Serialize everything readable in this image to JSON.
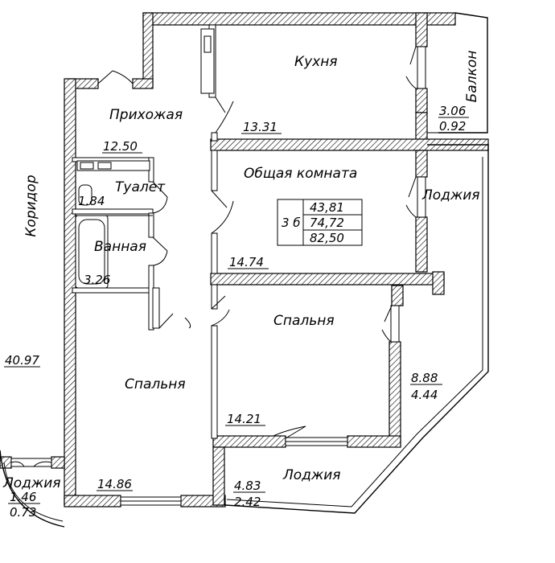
{
  "rooms": {
    "kitchen": "Кухня",
    "balcony": "Балкон",
    "hall": "Прихожая",
    "living": "Общая комната",
    "toilet": "Туалет",
    "loggia_top": "Лоджия",
    "bath": "Ванная",
    "corridor": "Коридор",
    "bedroom_right": "Спальня",
    "bedroom_left": "Спальня",
    "loggia_bottom": "Лоджия",
    "loggia_left": "Лоджия"
  },
  "areas": {
    "kitchen": "13.31",
    "balcony_a": "3.06",
    "balcony_b": "0.92",
    "hall": "12.50",
    "toilet": "1.84",
    "living": "14.74",
    "bath": "3.26",
    "corridor": "40.97",
    "bedroom_right": "14.21",
    "loggia_right_a": "8.88",
    "loggia_right_b": "4.44",
    "bedroom_left": "14.86",
    "loggia_bottom_a": "4.83",
    "loggia_bottom_b": "2.42",
    "loggia_left_a": "1.46",
    "loggia_left_b": "0.73"
  },
  "summary": {
    "type": "3 б",
    "living_area": "43,81",
    "total_area": "74,72",
    "total_with_loggia": "82,50"
  }
}
